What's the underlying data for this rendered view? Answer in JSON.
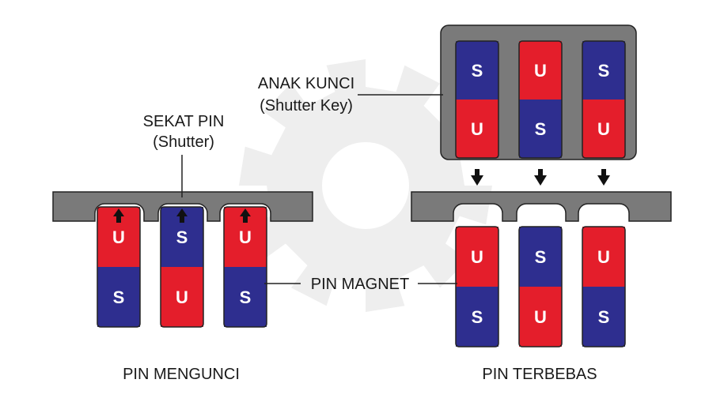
{
  "labels": {
    "shutter_title": "SEKAT PIN",
    "shutter_sub": "(Shutter)",
    "key_title": "ANAK KUNCI",
    "key_sub": "(Shutter Key)",
    "pin_magnet": "PIN MAGNET",
    "locked_caption": "PIN MENGUNCI",
    "free_caption": "PIN TERBEBAS"
  },
  "poles": {
    "north": "U",
    "south": "S"
  },
  "colors": {
    "north": "#e41e2b",
    "south": "#2e2e8f",
    "body": "#7a7a7a",
    "outline": "#222222",
    "watermark": "#eeeeee"
  },
  "locked_pins": [
    {
      "top": "U",
      "bottom": "S"
    },
    {
      "top": "S",
      "bottom": "U"
    },
    {
      "top": "U",
      "bottom": "S"
    }
  ],
  "key_pins": [
    {
      "top": "S",
      "bottom": "U"
    },
    {
      "top": "U",
      "bottom": "S"
    },
    {
      "top": "S",
      "bottom": "U"
    }
  ],
  "free_pins": [
    {
      "top": "U",
      "bottom": "S"
    },
    {
      "top": "S",
      "bottom": "U"
    },
    {
      "top": "U",
      "bottom": "S"
    }
  ]
}
